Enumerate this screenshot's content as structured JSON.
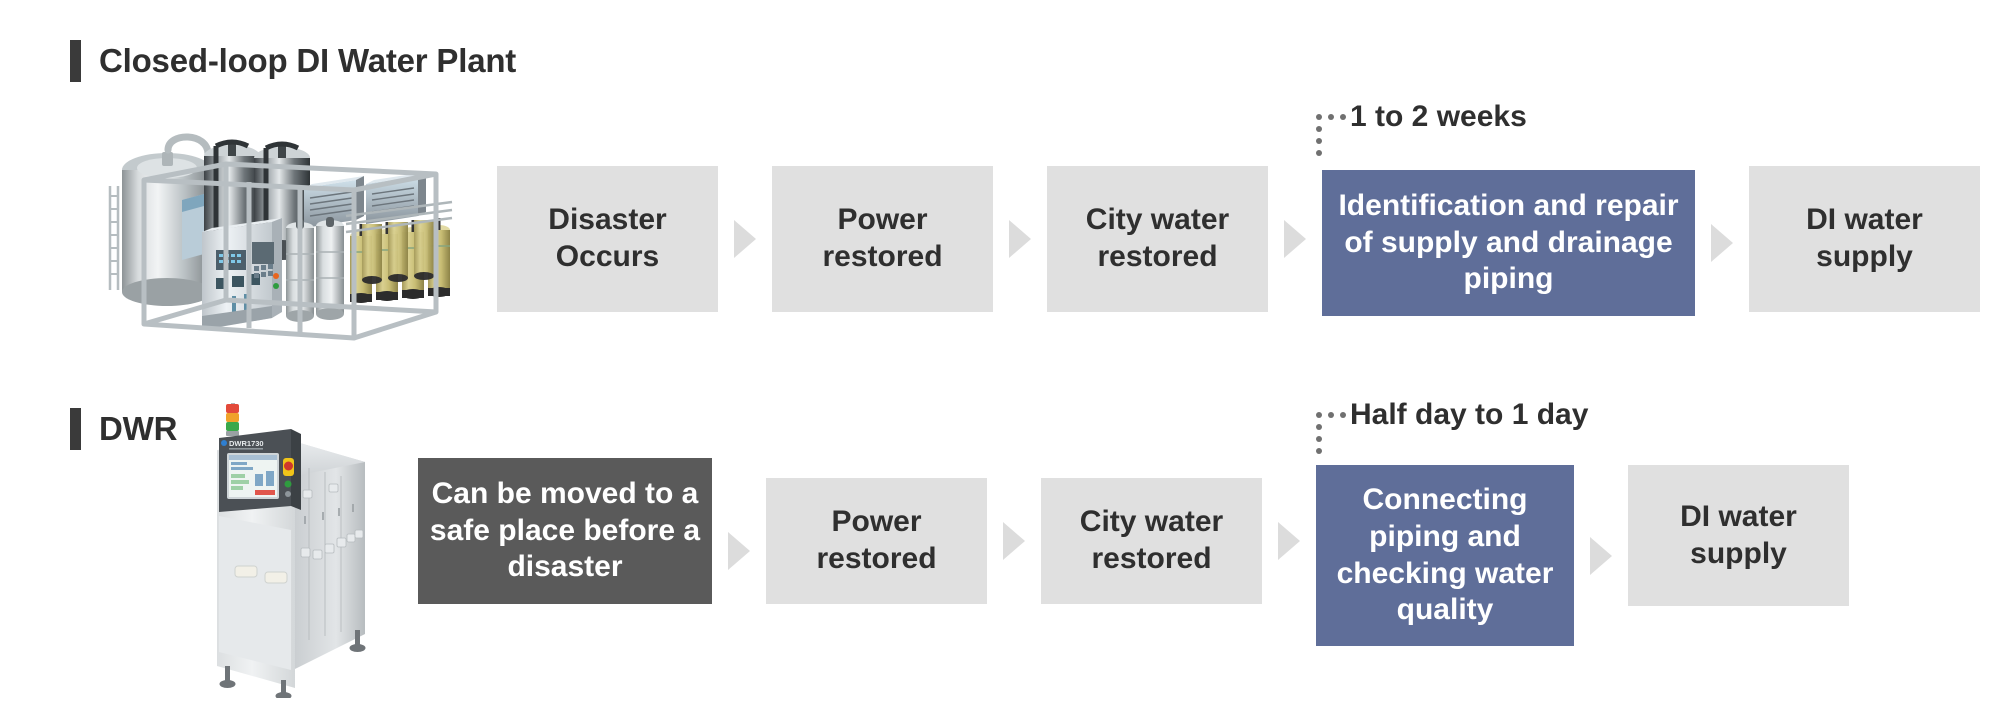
{
  "page": {
    "background": "#ffffff",
    "accent_blue": "#5f6e99",
    "accent_dark": "#5a5a5a",
    "accent_gray": "#e0e0e0",
    "text_dark": "#2f2f2f",
    "arrow_color": "#dcdcdc"
  },
  "sections": [
    {
      "id": "closed-loop-di-water-plant",
      "title": "Closed-loop DI Water Plant",
      "illustration_name": "closed-loop-di-water-plant-illustration",
      "callout": {
        "label": "1 to 2 weeks",
        "icon": "dotted-bracket-icon"
      },
      "steps": [
        {
          "label": "Disaster Occurs",
          "style": "gray"
        },
        {
          "label": "Power restored",
          "style": "gray"
        },
        {
          "label": "City water restored",
          "style": "gray"
        },
        {
          "label": "Identification and repair of supply and drainage piping",
          "style": "blue"
        },
        {
          "label": "DI water supply",
          "style": "gray"
        }
      ]
    },
    {
      "id": "dwr",
      "title": "DWR",
      "illustration_name": "dwr-machine-illustration",
      "callout": {
        "label": "Half day to 1 day",
        "icon": "dotted-bracket-icon"
      },
      "steps": [
        {
          "label": "Can be moved to a safe place before a disaster",
          "style": "dark"
        },
        {
          "label": "Power restored",
          "style": "gray"
        },
        {
          "label": "City water restored",
          "style": "gray"
        },
        {
          "label": "Connecting piping and checking water quality",
          "style": "blue"
        },
        {
          "label": "DI water supply",
          "style": "gray"
        }
      ]
    }
  ],
  "dwr_machine": {
    "panel_label": "DWR1730"
  }
}
